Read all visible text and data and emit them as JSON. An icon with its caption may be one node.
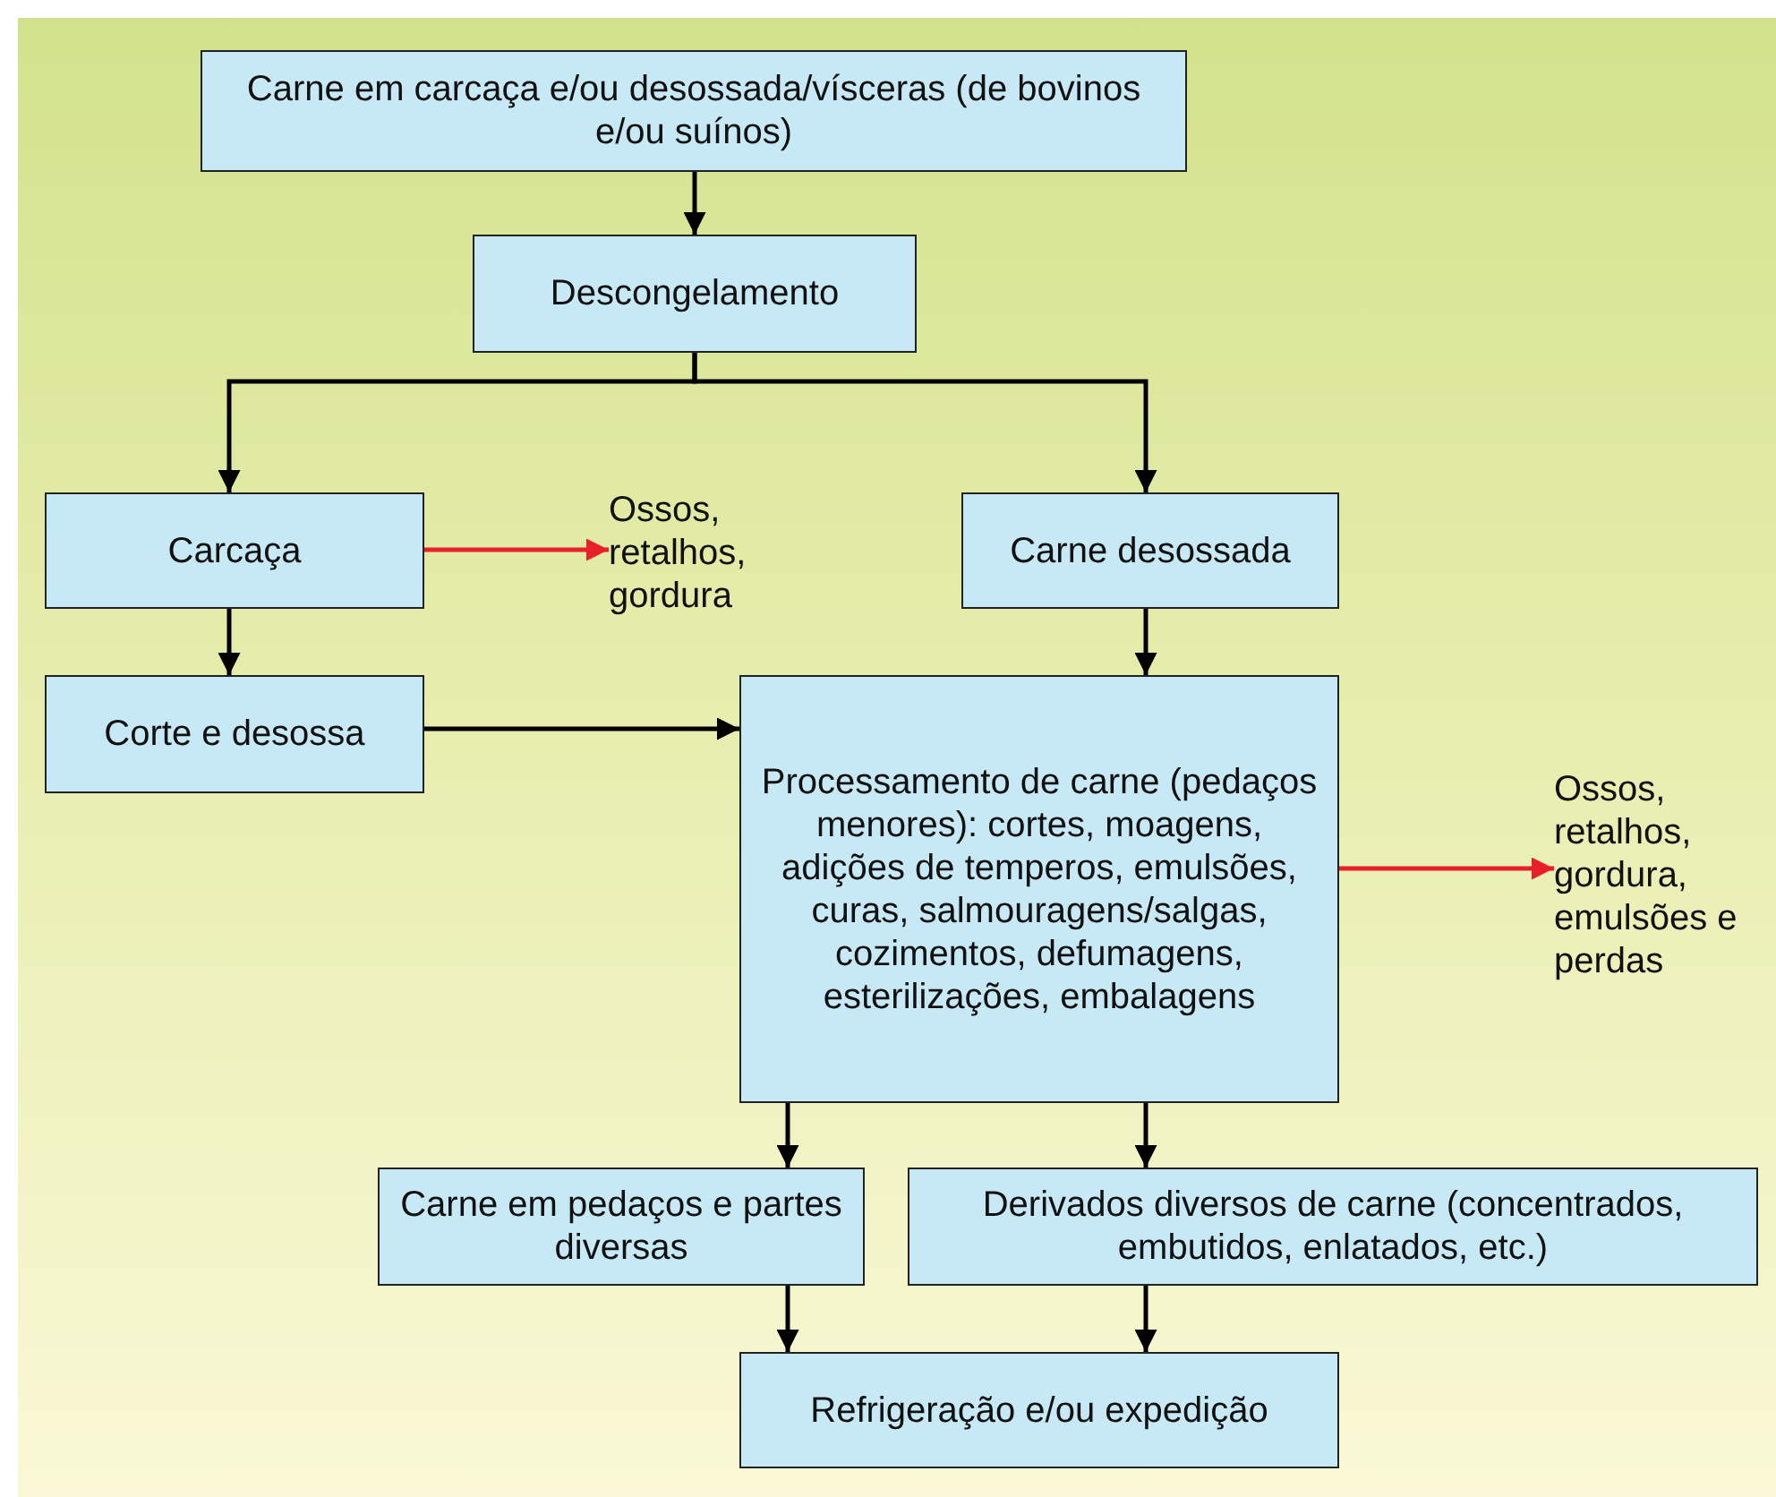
{
  "diagram": {
    "nodes": [
      {
        "text": [
          "Carne em carcaça e/ou desossada/vísceras (de bovinos e/ou suínos)"
        ]
      },
      {
        "text": [
          "Descongelamento"
        ]
      },
      {
        "text": [
          "Carcaça"
        ]
      },
      {
        "text": [
          "Ossos, retalhos, gordura"
        ]
      },
      {
        "text": [
          "Carne desossada"
        ]
      },
      {
        "text": [
          "Corte e desossa"
        ]
      },
      {
        "text": [
          "Processamento de carne (pedaços menores): cortes, moagens, adições de temperos, emulsões, curas, salmouragens/salgas, cozimentos, defumagens, esterilizações, embalagens"
        ]
      },
      {
        "text": [
          "Ossos, retalhos, gordura, emulsões e perdas"
        ]
      },
      {
        "text": [
          "Carne em pedaços e partes diversas"
        ]
      },
      {
        "text": [
          "Derivados diversos de carne (concentrados, embutidos, enlatados, etc.)"
        ]
      },
      {
        "text": [
          "Refrigeração e/ou expedição"
        ]
      }
    ],
    "edges": [
      {
        "from": 0,
        "to": 1,
        "arrow": "to"
      },
      {
        "from": 1,
        "to": 2,
        "arrow": "to"
      },
      {
        "from": 1,
        "to": 4,
        "arrow": "to"
      },
      {
        "from": 2,
        "to": 3,
        "arrow": "to",
        "color": "#e8202a"
      },
      {
        "from": 2,
        "to": 5,
        "arrow": "to"
      },
      {
        "from": 5,
        "to": 6,
        "arrow": "to"
      },
      {
        "from": 4,
        "to": 6,
        "arrow": "to"
      },
      {
        "from": 6,
        "to": 7,
        "arrow": "to",
        "color": "#e8202a"
      },
      {
        "from": 6,
        "to": 8,
        "arrow": "to"
      },
      {
        "from": 6,
        "to": 9,
        "arrow": "to"
      },
      {
        "from": 8,
        "to": 10,
        "arrow": "to"
      },
      {
        "from": 9,
        "to": 10,
        "arrow": "to"
      }
    ]
  }
}
